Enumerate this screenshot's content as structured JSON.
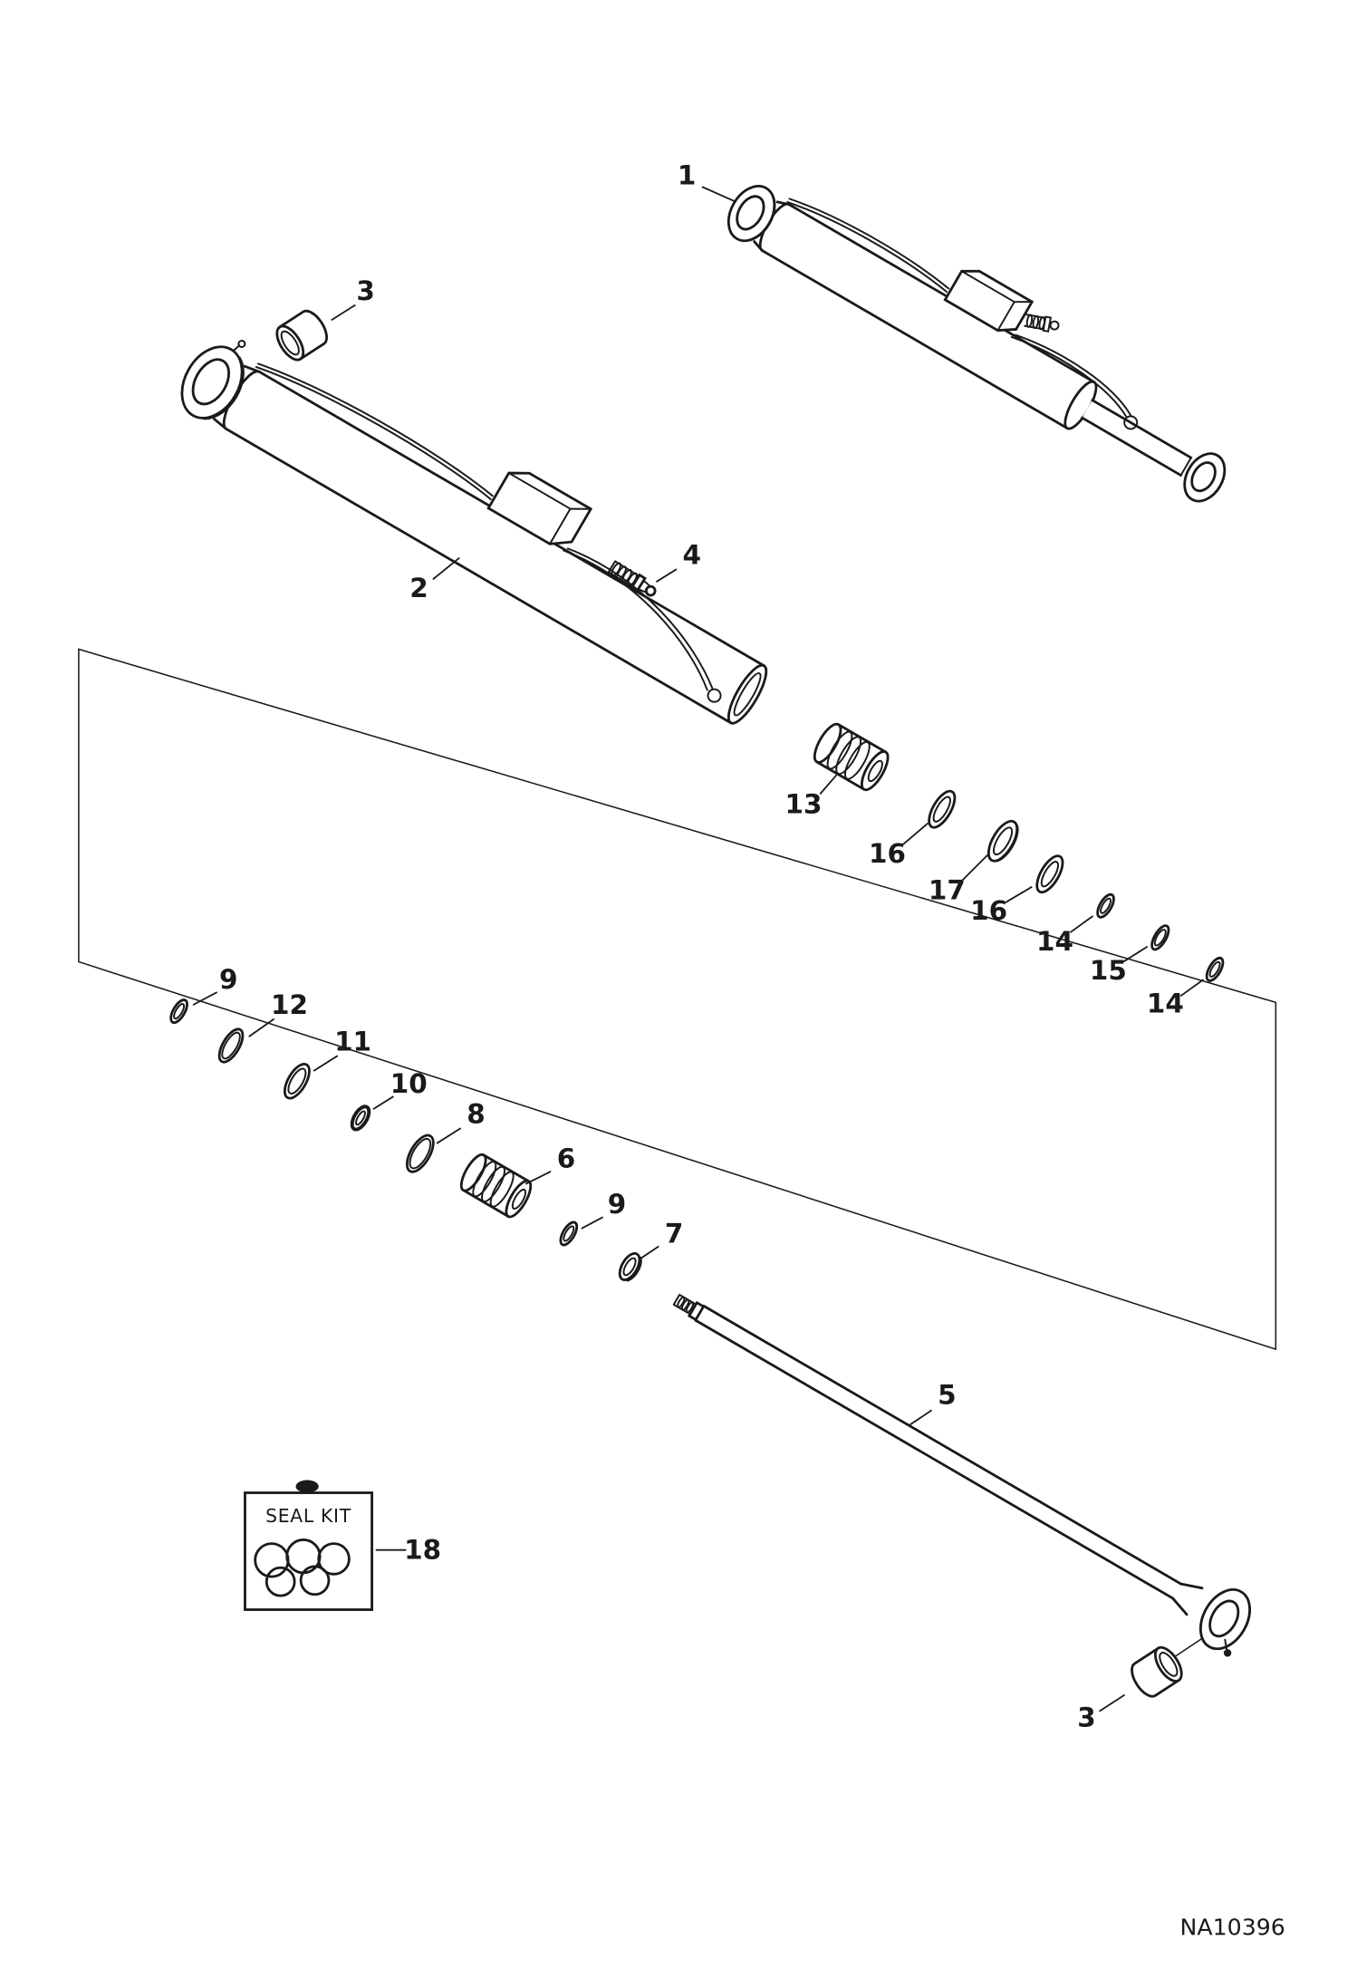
{
  "drawing": {
    "code": "NA10396"
  },
  "seal_kit": {
    "title": "SEAL KIT"
  },
  "callouts": [
    {
      "id": "callout-1",
      "text": "1"
    },
    {
      "id": "callout-3-upper",
      "text": "3"
    },
    {
      "id": "callout-2",
      "text": "2"
    },
    {
      "id": "callout-4",
      "text": "4"
    },
    {
      "id": "callout-13",
      "text": "13"
    },
    {
      "id": "callout-16-a",
      "text": "16"
    },
    {
      "id": "callout-17",
      "text": "17"
    },
    {
      "id": "callout-16-b",
      "text": "16"
    },
    {
      "id": "callout-14-a",
      "text": "14"
    },
    {
      "id": "callout-15",
      "text": "15"
    },
    {
      "id": "callout-14-b",
      "text": "14"
    },
    {
      "id": "callout-9-a",
      "text": "9"
    },
    {
      "id": "callout-12",
      "text": "12"
    },
    {
      "id": "callout-11",
      "text": "11"
    },
    {
      "id": "callout-10",
      "text": "10"
    },
    {
      "id": "callout-8",
      "text": "8"
    },
    {
      "id": "callout-6",
      "text": "6"
    },
    {
      "id": "callout-9-b",
      "text": "9"
    },
    {
      "id": "callout-7",
      "text": "7"
    },
    {
      "id": "callout-5",
      "text": "5"
    },
    {
      "id": "callout-3-lower",
      "text": "3"
    },
    {
      "id": "callout-18",
      "text": "18"
    }
  ]
}
